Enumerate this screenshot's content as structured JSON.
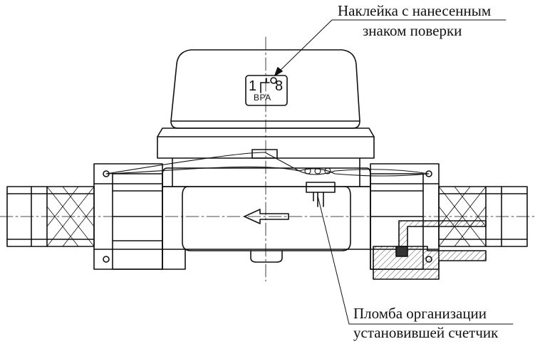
{
  "callouts": {
    "sticker_label_line1": "Наклейка с нанесенным",
    "sticker_label_line2": "знаком поверки",
    "seal_label_line1": "Пломба организации",
    "seal_label_line2": "установившей счетчик"
  },
  "sticker": {
    "left_number": "1",
    "right_number": "8",
    "code": "ВРА"
  },
  "colors": {
    "line": "#111111",
    "hatch": "#444444",
    "background": "#ffffff"
  }
}
